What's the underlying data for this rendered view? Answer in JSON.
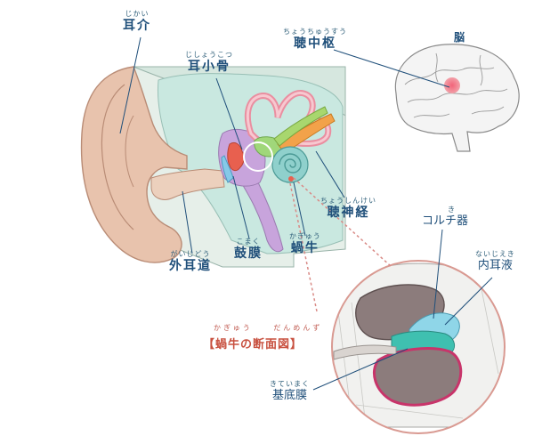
{
  "labels": {
    "jikai": {
      "ruby": "じかい",
      "text": "耳介"
    },
    "jishoukotsu": {
      "ruby": "じしょうこつ",
      "text": "耳小骨"
    },
    "choochusu": {
      "ruby": "ちょうちゅうすう",
      "text": "聴中枢"
    },
    "nou": {
      "text": "脳"
    },
    "choushinkei": {
      "ruby": "ちょうしんけい",
      "text": "聴神経"
    },
    "kochuuki": {
      "ruby": "き",
      "text": "コルチ器"
    },
    "naijieki": {
      "ruby": "ないじえき",
      "text": "内耳液"
    },
    "gaijidou": {
      "ruby": "がいじどう",
      "text": "外耳道"
    },
    "komaku": {
      "ruby": "こまく",
      "text": "鼓膜"
    },
    "kagyuu": {
      "ruby": "かぎゅう",
      "text": "蝸牛"
    },
    "section": {
      "ruby1": "かぎゅう",
      "ruby2": "だんめんず",
      "text": "【蝸牛の断面図】"
    },
    "kiteimaku": {
      "ruby": "きていまく",
      "text": "基底膜"
    }
  },
  "colors": {
    "skin": "#e8c3ad",
    "skin_line": "#b98c76",
    "fluid": "#bfe4dc",
    "label": "#1f4f7a",
    "leader": "#1f4f7a",
    "section_accent": "#c8503f",
    "brain_spot": "#e84d5c"
  }
}
